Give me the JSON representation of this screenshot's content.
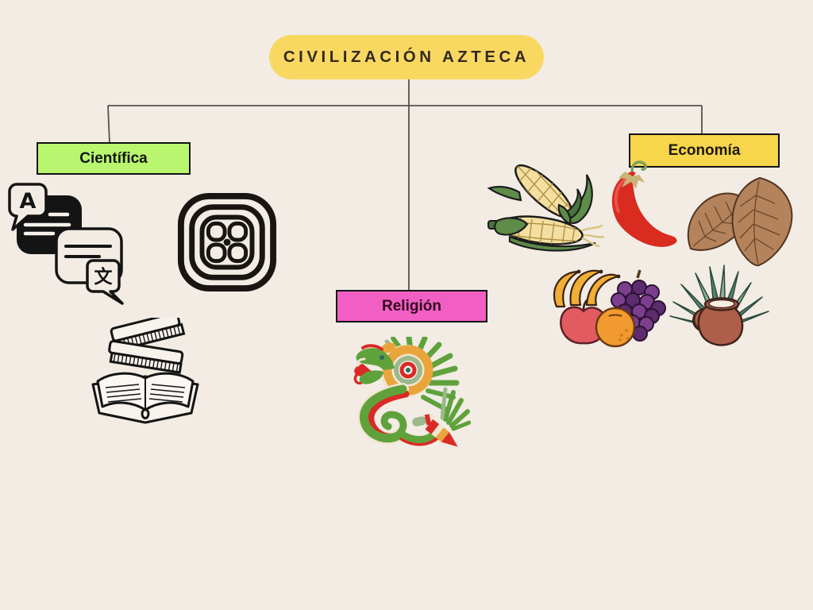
{
  "canvas": {
    "background_color": "#F2ECE5"
  },
  "connectors": {
    "color": "#55514D"
  },
  "title_node": {
    "label": "CIVILIZACIÓN AZTECA",
    "background_color": "#F9D862",
    "text_color": "#33291E"
  },
  "branches": {
    "cientifica": {
      "label": "Científica",
      "background_color": "#B9F56E",
      "icons": [
        "translation-chat-bubbles-icon",
        "aztec-ollin-glyph-icon",
        "books-icon"
      ]
    },
    "religion": {
      "label": "Religión",
      "background_color": "#F15FC4",
      "icons": [
        "quetzalcoatl-feathered-serpent-icon"
      ]
    },
    "economia": {
      "label": "Economía",
      "background_color": "#F7D64B",
      "icons": [
        "corn-icon",
        "chili-pepper-icon",
        "tobacco-leaves-icon",
        "fruits-icon",
        "agave-pulque-jug-icon"
      ]
    }
  },
  "icon_texts": {
    "latin_letter": "A",
    "hanzi_character": "文"
  }
}
